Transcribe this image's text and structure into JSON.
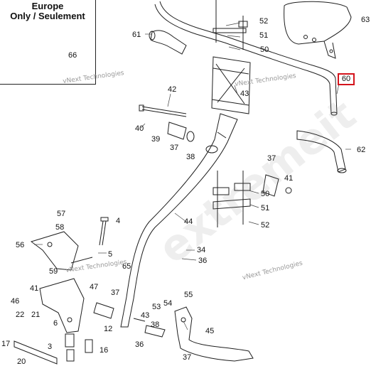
{
  "inset": {
    "title_line1": "Europe",
    "title_line2": "Only / Seulement",
    "part_66": "66"
  },
  "callouts": {
    "p52a": "52",
    "p51a": "51",
    "p50a": "50",
    "p61": "61",
    "p63": "63",
    "p60": "60",
    "p42": "42",
    "p43": "43",
    "p40": "40",
    "p39": "39",
    "p37a": "37",
    "p38a": "38",
    "p62": "62",
    "p37b": "37",
    "p41a": "41",
    "p50b": "50",
    "p51b": "51",
    "p52b": "52",
    "p57": "57",
    "p4": "4",
    "p58": "58",
    "p44": "44",
    "p56": "56",
    "p5": "5",
    "p34": "34",
    "p36a": "36",
    "p59": "59",
    "p65": "65",
    "p41b": "41",
    "p47": "47",
    "p37c": "37",
    "p55": "55",
    "p46": "46",
    "p53": "53",
    "p54": "54",
    "p22": "22",
    "p21": "21",
    "p6": "6",
    "p43b": "43",
    "p12": "12",
    "p38b": "38",
    "p45": "45",
    "p17": "17",
    "p3": "3",
    "p16": "16",
    "p36b": "36",
    "p37d": "37",
    "p20": "20"
  },
  "watermarks": {
    "w1": "vNext Technologies",
    "w2": "vNext Technologies",
    "w3": "vNext Technologies",
    "w4": "vNext Technologies",
    "big": "extremeit"
  },
  "colors": {
    "line": "#1f1f1f",
    "highlight": "#d4141c",
    "watermark": "#9a9a9a"
  }
}
